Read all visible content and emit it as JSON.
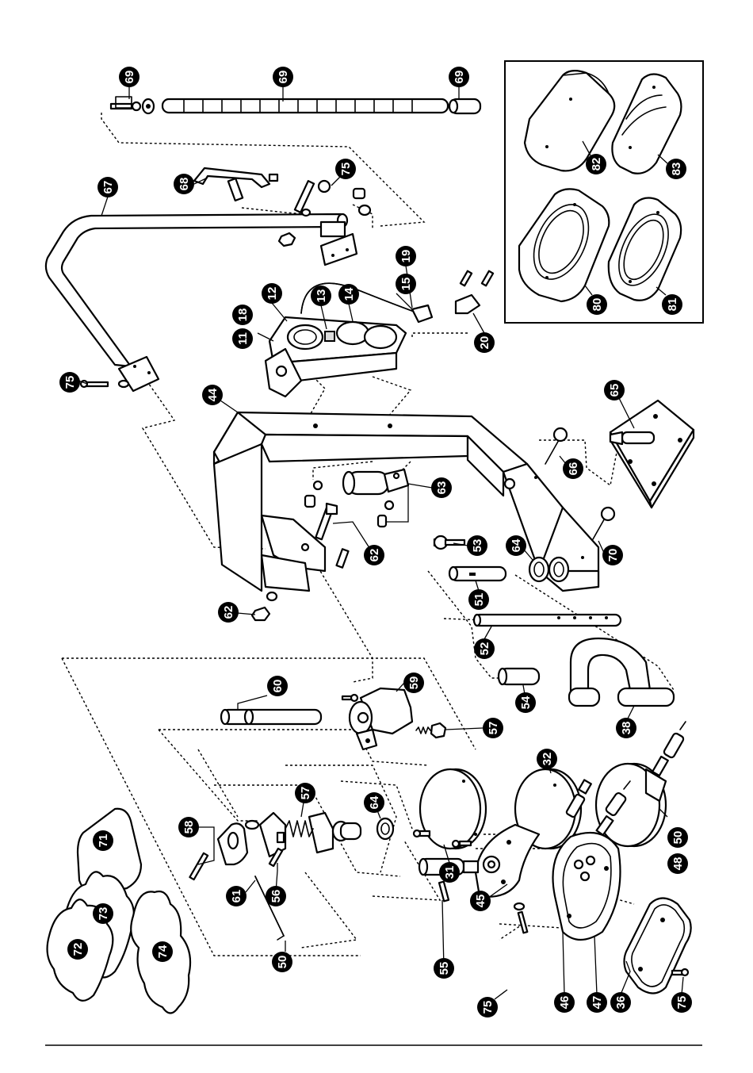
{
  "callouts": [
    {
      "id": "c69a",
      "label": "69"
    },
    {
      "id": "c69b",
      "label": "69"
    },
    {
      "id": "c69c",
      "label": "69"
    },
    {
      "id": "c67",
      "label": "67"
    },
    {
      "id": "c68",
      "label": "68"
    },
    {
      "id": "c75a",
      "label": "75"
    },
    {
      "id": "c75b",
      "label": "75"
    },
    {
      "id": "c75c",
      "label": "75"
    },
    {
      "id": "c75d",
      "label": "75"
    },
    {
      "id": "c19",
      "label": "19"
    },
    {
      "id": "c15",
      "label": "15"
    },
    {
      "id": "c12",
      "label": "12"
    },
    {
      "id": "c13",
      "label": "13"
    },
    {
      "id": "c14",
      "label": "14"
    },
    {
      "id": "c18",
      "label": "18"
    },
    {
      "id": "c11",
      "label": "11"
    },
    {
      "id": "c20",
      "label": "20"
    },
    {
      "id": "c82",
      "label": "82"
    },
    {
      "id": "c83",
      "label": "83"
    },
    {
      "id": "c80",
      "label": "80"
    },
    {
      "id": "c81",
      "label": "81"
    },
    {
      "id": "c44",
      "label": "44"
    },
    {
      "id": "c65",
      "label": "65"
    },
    {
      "id": "c66",
      "label": "66"
    },
    {
      "id": "c63",
      "label": "63"
    },
    {
      "id": "c62a",
      "label": "62"
    },
    {
      "id": "c62b",
      "label": "62"
    },
    {
      "id": "c53",
      "label": "53"
    },
    {
      "id": "c64a",
      "label": "64"
    },
    {
      "id": "c70",
      "label": "70"
    },
    {
      "id": "c51",
      "label": "51"
    },
    {
      "id": "c52",
      "label": "52"
    },
    {
      "id": "c60",
      "label": "60"
    },
    {
      "id": "c59",
      "label": "59"
    },
    {
      "id": "c57a",
      "label": "57"
    },
    {
      "id": "c54",
      "label": "54"
    },
    {
      "id": "c38",
      "label": "38"
    },
    {
      "id": "c32",
      "label": "32"
    },
    {
      "id": "c57b",
      "label": "57"
    },
    {
      "id": "c64b",
      "label": "64"
    },
    {
      "id": "c58",
      "label": "58"
    },
    {
      "id": "c71",
      "label": "71"
    },
    {
      "id": "c73",
      "label": "73"
    },
    {
      "id": "c72",
      "label": "72"
    },
    {
      "id": "c74",
      "label": "74"
    },
    {
      "id": "c61",
      "label": "61"
    },
    {
      "id": "c56",
      "label": "56"
    },
    {
      "id": "c31",
      "label": "31"
    },
    {
      "id": "c48",
      "label": "48"
    },
    {
      "id": "c50a",
      "label": "50"
    },
    {
      "id": "c50b",
      "label": "50"
    },
    {
      "id": "c45",
      "label": "45"
    },
    {
      "id": "c55",
      "label": "55"
    },
    {
      "id": "c46",
      "label": "46"
    },
    {
      "id": "c47",
      "label": "47"
    },
    {
      "id": "c36",
      "label": "36"
    }
  ]
}
